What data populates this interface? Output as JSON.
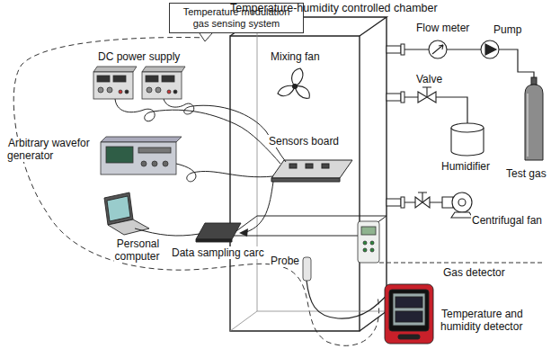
{
  "diagram": {
    "nodes": [
      {
        "text": [
          "Temperature modulation gas sensing system"
        ]
      },
      {
        "text": [
          "Temperature-humidity controlled chamber"
        ]
      }
    ],
    "labels": [
      "Mixing fan",
      "Flow meter",
      "Pump",
      "DC power supply",
      "Valve",
      "Sensors board",
      "Arbitrary wavefor generator",
      "Humidifier",
      "Test gas",
      "Personal computer",
      "Data sampling carc",
      "Centrifugal fan",
      "Probe",
      "Gas detector",
      "Temperature and humidity detector"
    ]
  }
}
